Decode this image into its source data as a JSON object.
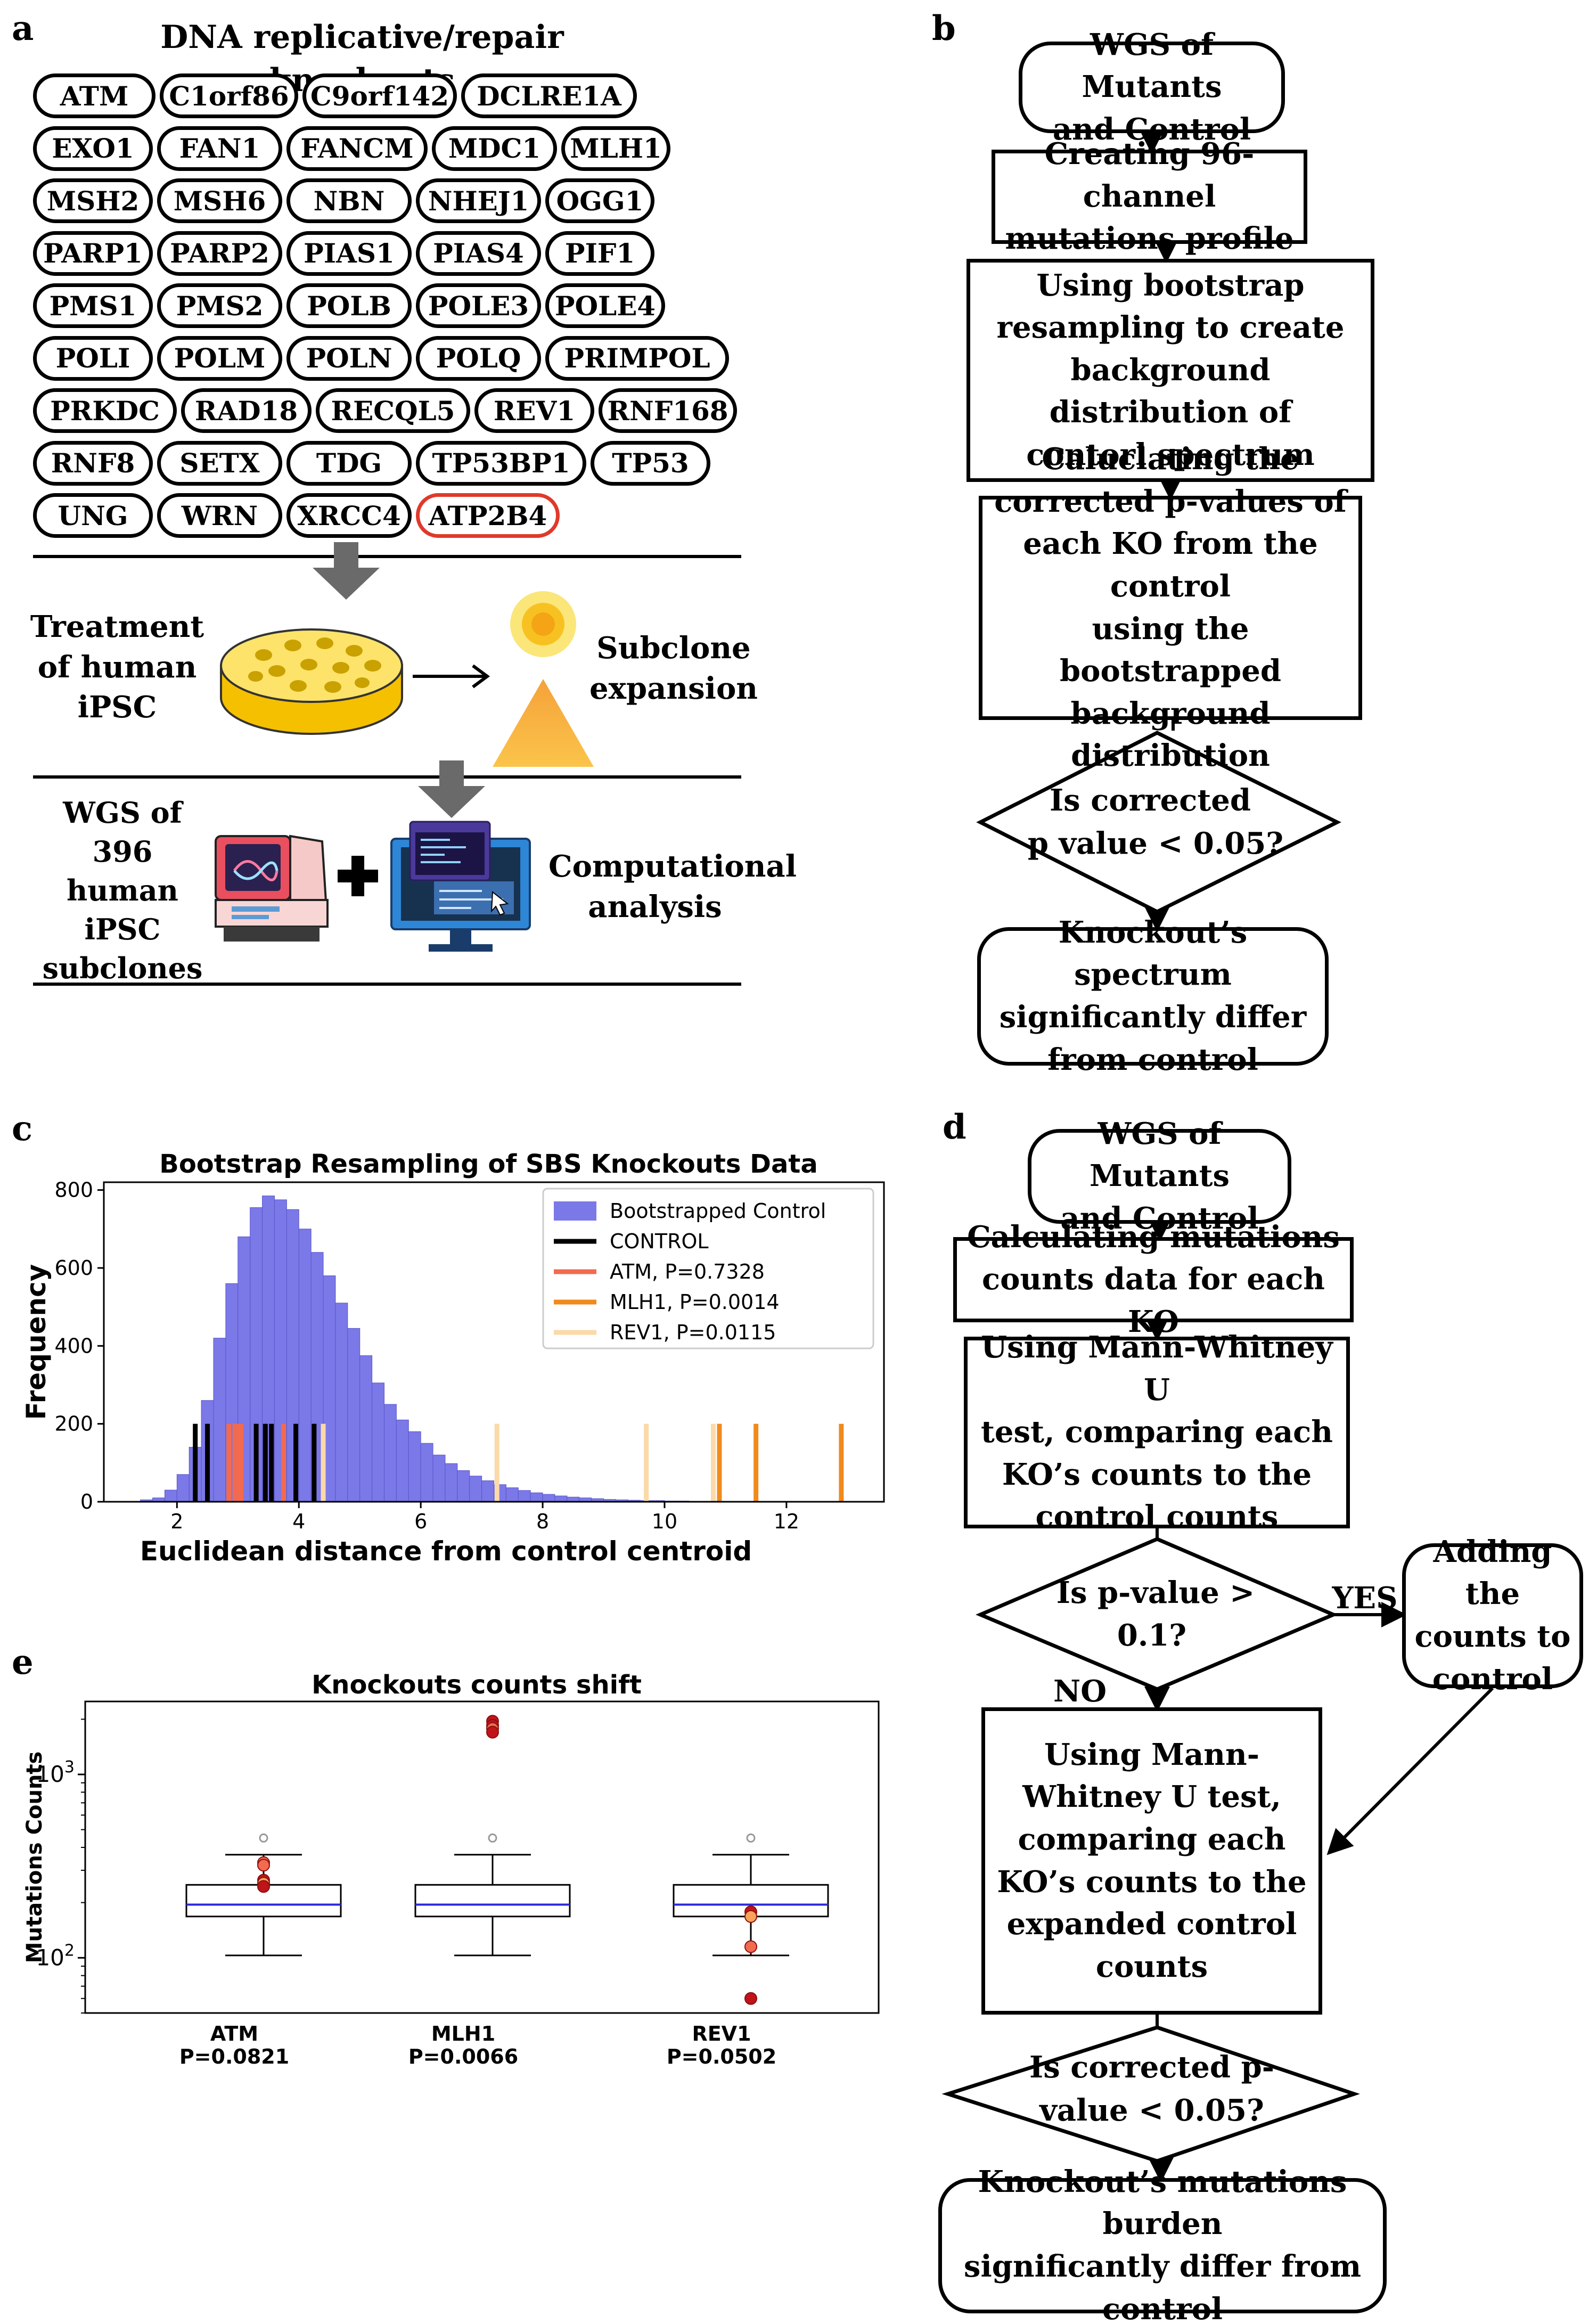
{
  "panel_a": {
    "letter": "a",
    "title": "DNA replicative/repair knockouts",
    "genes": [
      [
        "ATM",
        "C1orf86",
        "C9orf142",
        "DCLRE1A"
      ],
      [
        "EXO1",
        "FAN1",
        "FANCM",
        "MDC1",
        "MLH1"
      ],
      [
        "MSH2",
        "MSH6",
        "NBN",
        "NHEJ1",
        "OGG1"
      ],
      [
        "PARP1",
        "PARP2",
        "PIAS1",
        "PIAS4",
        "PIF1"
      ],
      [
        "PMS1",
        "PMS2",
        "POLB",
        "POLE3",
        "POLE4"
      ],
      [
        "POLI",
        "POLM",
        "POLN",
        "POLQ",
        "PRIMPOL"
      ],
      [
        "PRKDC",
        "RAD18",
        "RECQL5",
        "REV1",
        "RNF168"
      ],
      [
        "RNF8",
        "SETX",
        "TDG",
        "TP53BP1",
        "TP53"
      ],
      [
        "UNG",
        "WRN",
        "XRCC4",
        "ATP2B4"
      ]
    ],
    "highlight_gene": "ATP2B4",
    "highlight_color": "#e0392b",
    "treatment_label": "Treatment\nof human\niPSC",
    "subclone_label": "Subclone\nexpansion",
    "wgs_label": "WGS of 396\nhuman\niPSC\nsubclones",
    "computational_label": "Computational\nanalysis",
    "icons": [
      "down-arrow-icon",
      "petri-dish-icon",
      "right-arrow-icon",
      "cell-icon",
      "triangle-icon",
      "sequencer-icon",
      "plus-icon",
      "computer-icon"
    ]
  },
  "panel_b": {
    "letter": "b",
    "steps": [
      "WGS of Mutants\nand Control",
      "Creating 96-channel\nmutations profile",
      "Using bootstrap\nresampling to create\nbackground distribution of\ncontorl spectrum",
      "Caluclating the\ncorrected p-values of\neach KO from the control\nusing the bootstrapped\nbackground distribution"
    ],
    "decision_line1": "Is corrected",
    "decision_line2": "p value < 0.05?",
    "final": "Knockout’s spectrum\nsignificantly differ\nfrom control"
  },
  "panel_d": {
    "letter": "d",
    "steps": [
      "WGS of Mutants\nand Control",
      "Calculating mutations\ncounts data for each KO",
      "Using Mann-Whitney U\ntest, comparing each\nKO’s counts to the\ncontrol counts"
    ],
    "decision1_line1": "Is p-value >",
    "decision1_line2": "0.1?",
    "yes_label": "YES",
    "no_label": "NO",
    "side_box": "Adding the\ncounts to\ncontrol",
    "step4": "Using Mann-\nWhitney U test,\ncomparing each\nKO’s counts to the\nexpanded control\ncounts",
    "decision2_line1": "Is corrected p-",
    "decision2_line2": "value < 0.05?",
    "final": "Knockout’s mutations burden\nsignificantly differ from\ncontrol"
  },
  "panel_c": {
    "letter": "c",
    "colors": {
      "hist": "#7b78e8",
      "control": "#000000",
      "atm": "#f26a4f",
      "mlh1": "#f08a1c",
      "rev1": "#fbd9a8"
    },
    "chart_data": {
      "type": "bar",
      "title": "Bootstrap Resampling of SBS Knockouts Data",
      "xlabel": "Euclidean distance from control centroid",
      "ylabel": "Frequency",
      "xlim": [
        0.8,
        13.6
      ],
      "ylim": [
        0,
        820
      ],
      "xticks": [
        2,
        4,
        6,
        8,
        10,
        12
      ],
      "yticks": [
        0,
        200,
        400,
        600,
        800
      ],
      "bin_width": 0.2,
      "bin_start": 1.4,
      "histogram_values": [
        5,
        10,
        30,
        70,
        140,
        260,
        420,
        560,
        680,
        755,
        785,
        775,
        750,
        700,
        640,
        580,
        510,
        445,
        375,
        305,
        250,
        210,
        180,
        150,
        120,
        98,
        80,
        66,
        54,
        44,
        36,
        29,
        23,
        19,
        15,
        12,
        10,
        8,
        6,
        5,
        4,
        3,
        3,
        2,
        2,
        1,
        1,
        1,
        1,
        1
      ],
      "line_height": 200,
      "legend": [
        "Bootstrapped Control",
        "CONTROL",
        "ATM, P=0.7328",
        "MLH1, P=0.0014",
        "REV1, P=0.0115"
      ],
      "legend_position": "top-right",
      "series": [
        {
          "name": "CONTROL",
          "x": [
            2.3,
            2.5,
            3.3,
            3.45,
            3.55,
            3.95,
            4.25
          ]
        },
        {
          "name": "ATM, P=0.7328",
          "x": [
            2.85,
            2.95,
            3.0,
            3.05,
            3.75
          ]
        },
        {
          "name": "MLH1, P=0.0014",
          "x": [
            10.9,
            11.5,
            12.9
          ]
        },
        {
          "name": "REV1, P=0.0115",
          "x": [
            4.4,
            7.25,
            9.7,
            10.8
          ]
        }
      ]
    }
  },
  "panel_e": {
    "letter": "e",
    "colors": {
      "median": "#2b2bd8",
      "outlier_dark": "#c0141a",
      "outlier_mid": "#f26a4f",
      "outlier_light": "#f9a35a"
    },
    "chart_data": {
      "type": "box",
      "title": "Knockouts counts shift",
      "ylabel": "Mutations Counts",
      "yscale": "log",
      "ylim": [
        50,
        2500
      ],
      "yticks": [
        "10^2",
        "10^3"
      ],
      "categories": [
        "ATM",
        "MLH1",
        "REV1"
      ],
      "pvalues": [
        "P=0.0821",
        "P=0.0066",
        "P=0.0502"
      ],
      "box_stats": {
        "whislo": 103,
        "q1": 168,
        "median": 195,
        "q3": 250,
        "whishi": 365,
        "flier": 450
      },
      "knockout_points": [
        {
          "category": "ATM",
          "values": [
            330,
            320,
            265,
            255,
            245
          ]
        },
        {
          "category": "MLH1",
          "values": [
            1950,
            1850,
            1780,
            1700
          ]
        },
        {
          "category": "REV1",
          "values": [
            178,
            168,
            115,
            60
          ]
        }
      ]
    }
  }
}
